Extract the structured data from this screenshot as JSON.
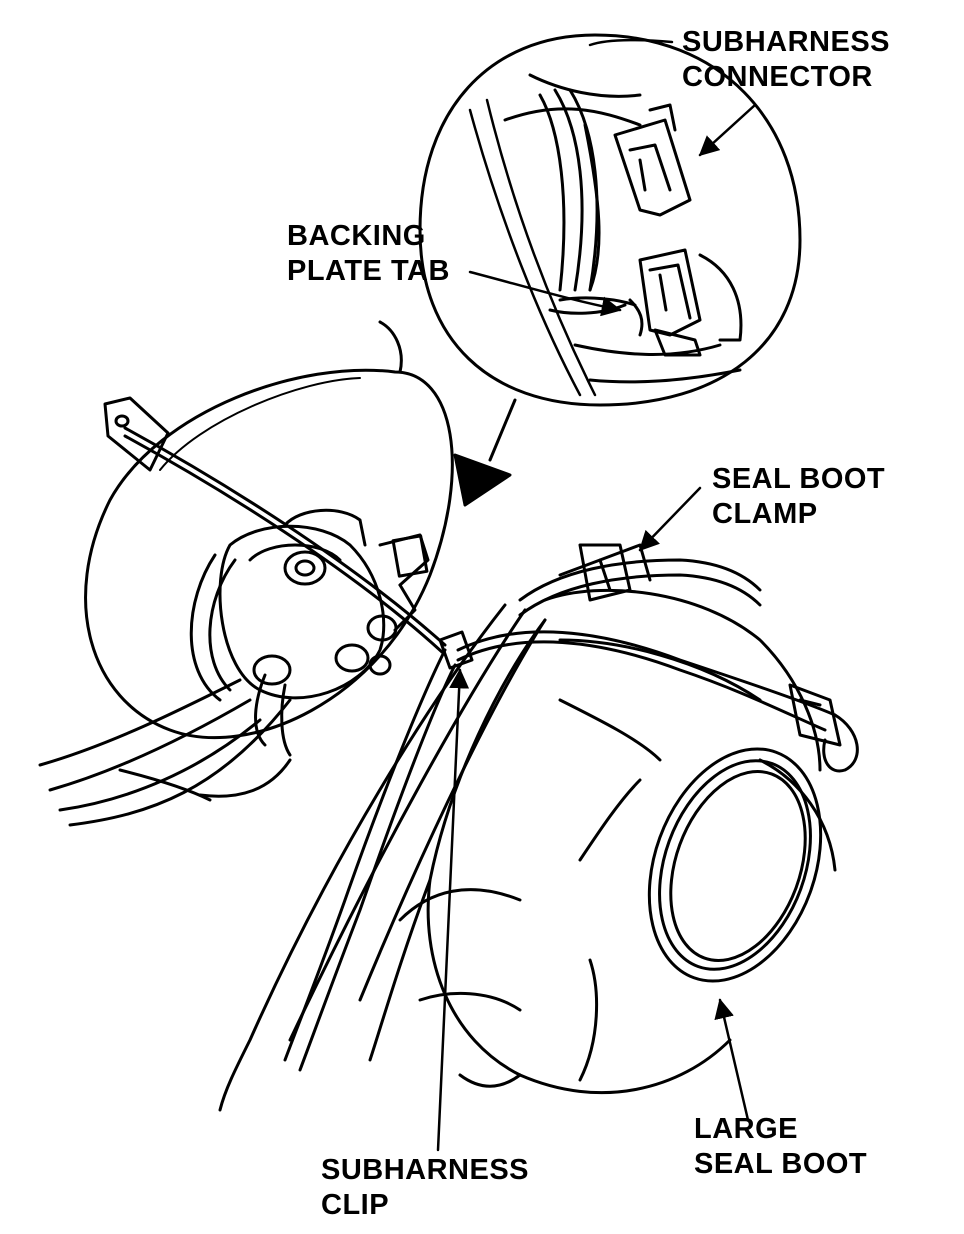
{
  "labels": {
    "subharness_connector": [
      "SUBHARNESS",
      "CONNECTOR"
    ],
    "backing_plate_tab": [
      "BACKING",
      "PLATE TAB"
    ],
    "seal_boot_clamp": [
      "SEAL BOOT",
      "CLAMP"
    ],
    "large_seal_boot": [
      "LARGE",
      "SEAL BOOT"
    ],
    "subharness_clip": [
      "SUBHARNESS",
      "CLIP"
    ]
  },
  "colors": {
    "ink": "#000000",
    "paper": "#ffffff"
  }
}
